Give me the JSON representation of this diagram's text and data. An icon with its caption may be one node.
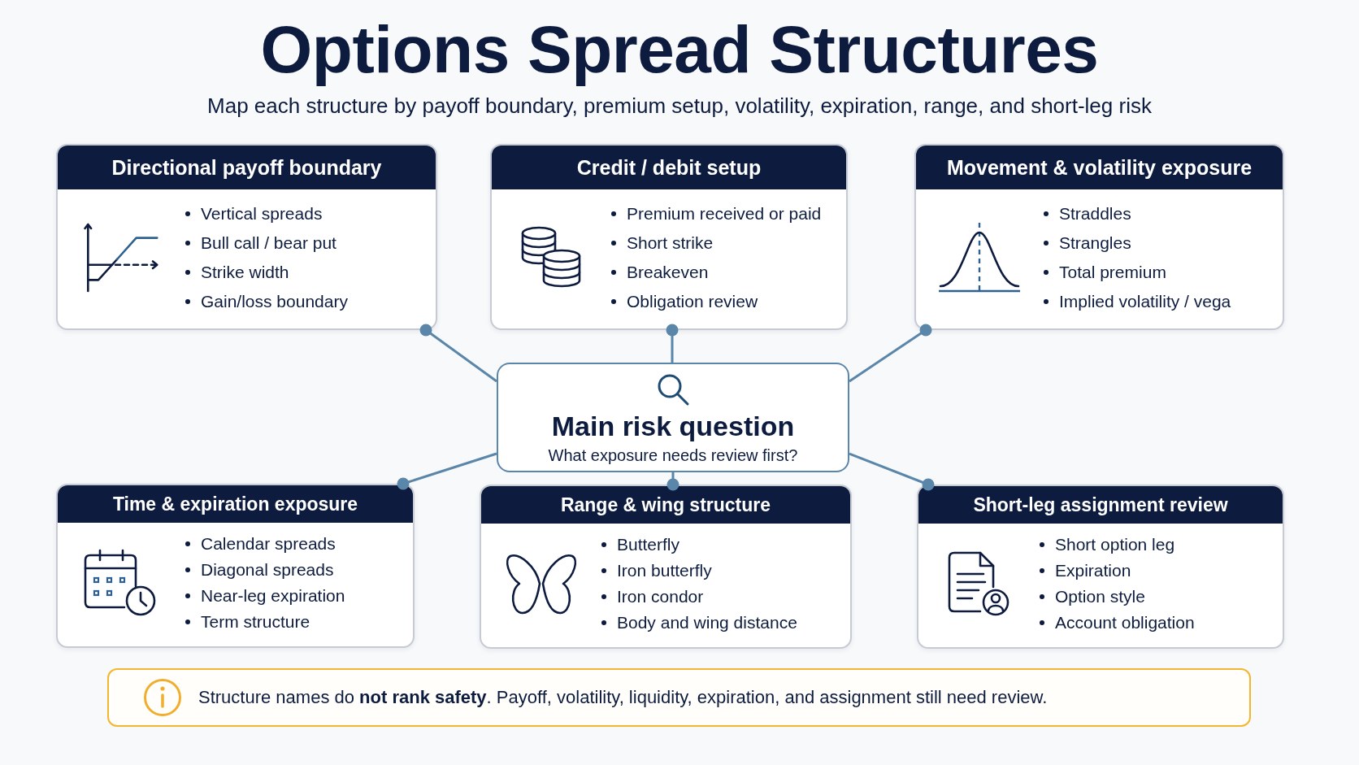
{
  "diagram": {
    "title": "Options Spread Structures",
    "nodes": [
      {
        "text": [
          "Directional payoff boundary",
          "Vertical spreads",
          "Bull call / bear put",
          "Strike width",
          "Gain/loss boundary"
        ]
      },
      {
        "text": [
          "Credit / debit setup",
          "Premium received or paid",
          "Short strike",
          "Breakeven",
          "Obligation review"
        ]
      },
      {
        "text": [
          "Movement & volatility exposure",
          "Straddles",
          "Strangles",
          "Total premium",
          "Implied volatility / vega"
        ]
      },
      {
        "text": [
          "Main risk question",
          "What exposure needs review first?"
        ]
      },
      {
        "text": [
          "Time & expiration exposure",
          "Calendar spreads",
          "Diagonal spreads",
          "Near-leg expiration",
          "Term structure"
        ]
      },
      {
        "text": [
          "Range & wing structure",
          "Butterfly",
          "Iron butterfly",
          "Iron condor",
          "Body and wing distance"
        ]
      },
      {
        "text": [
          "Short-leg assignment review",
          "Short option leg",
          "Expiration",
          "Option style",
          "Account obligation"
        ]
      },
      {
        "text": [
          "Structure names do **not rank safety**. Payoff, volatility, liquidity, expiration, and assignment still need review."
        ]
      }
    ],
    "edges": [
      {
        "from": 3,
        "to": 0,
        "arrow": "other"
      },
      {
        "from": 3,
        "to": 1,
        "arrow": "other"
      },
      {
        "from": 3,
        "to": 2,
        "arrow": "other"
      },
      {
        "from": 3,
        "to": 4,
        "arrow": "other"
      },
      {
        "from": 3,
        "to": 5,
        "arrow": "other"
      },
      {
        "from": 3,
        "to": 6,
        "arrow": "other"
      }
    ],
    "labels": [
      "Map each structure by payoff boundary, premium setup, volatility, expiration, range, and short-leg risk"
    ]
  }
}
